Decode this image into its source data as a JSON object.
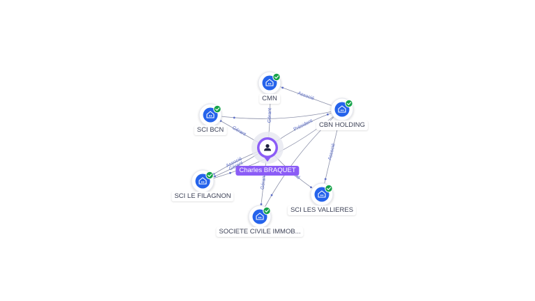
{
  "colors": {
    "edge": "#8a8fa8",
    "edge_label": "#5a6cc8",
    "company_icon_bg": "#2563eb",
    "check_badge": "#16a34a",
    "person_accent": "#8b5cf6"
  },
  "person": {
    "name": "Charles BRAQUET",
    "icon": "person-icon"
  },
  "companies": [
    {
      "id": "cmn",
      "name": "CMN",
      "icon": "building-icon",
      "verified": true
    },
    {
      "id": "cbn",
      "name": "CBN HOLDING",
      "icon": "building-icon",
      "verified": true
    },
    {
      "id": "bcn",
      "name": "SCI BCN",
      "icon": "building-icon",
      "verified": true
    },
    {
      "id": "fil",
      "name": "SCI LE FILAGNON",
      "icon": "building-icon",
      "verified": true
    },
    {
      "id": "val",
      "name": "SCI LES VALLIERES",
      "icon": "building-icon",
      "verified": true
    },
    {
      "id": "soc",
      "name": "SOCIETE CIVILE IMMOB...",
      "icon": "building-icon",
      "verified": true
    }
  ],
  "edges": [
    {
      "from": "person",
      "to": "cmn",
      "label": "Gérant"
    },
    {
      "from": "person",
      "to": "bcn",
      "label": "Gérant"
    },
    {
      "from": "person",
      "to": "fil",
      "label": "Gérant"
    },
    {
      "from": "person",
      "to": "fil",
      "label": "Associé"
    },
    {
      "from": "person",
      "to": "soc",
      "label": "Gérant"
    },
    {
      "from": "person",
      "to": "cbn",
      "label": "Président"
    },
    {
      "from": "person",
      "to": "val",
      "label": "Associé"
    },
    {
      "from": "cbn",
      "to": "cmn",
      "label": "Associé"
    },
    {
      "from": "cbn",
      "to": "val",
      "label": "Associé"
    },
    {
      "from": "cbn",
      "to": "bcn",
      "label": ""
    },
    {
      "from": "cbn",
      "to": "fil",
      "label": ""
    },
    {
      "from": "cbn",
      "to": "soc",
      "label": ""
    }
  ]
}
